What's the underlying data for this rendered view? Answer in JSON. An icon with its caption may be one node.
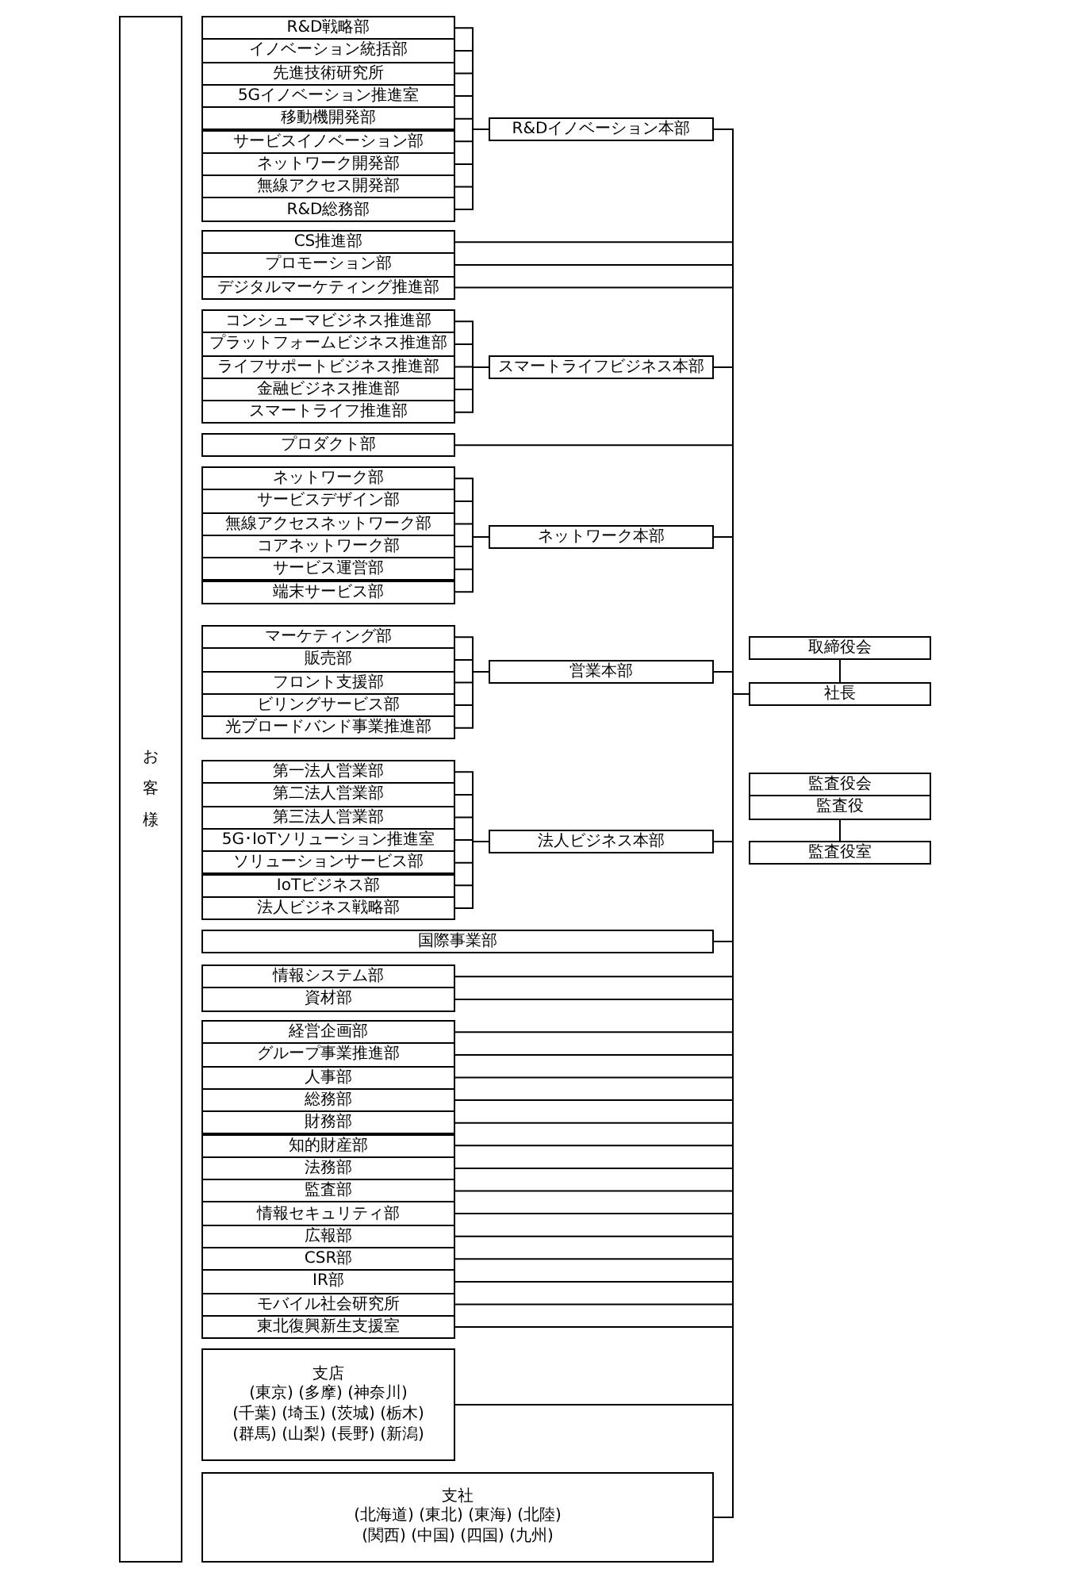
{
  "diagram": {
    "nodes": [
      {
        "text": [
          "お客様"
        ]
      },
      {
        "text": [
          "R&D戦略部"
        ]
      },
      {
        "text": [
          "イノベーション統括部"
        ]
      },
      {
        "text": [
          "先進技術研究所"
        ]
      },
      {
        "text": [
          "5Gイノベーション推進室"
        ]
      },
      {
        "text": [
          "移動機開発部"
        ]
      },
      {
        "text": [
          "サービスイノベーション部"
        ]
      },
      {
        "text": [
          "ネットワーク開発部"
        ]
      },
      {
        "text": [
          "無線アクセス開発部"
        ]
      },
      {
        "text": [
          "R&D総務部"
        ]
      },
      {
        "text": [
          "R&Dイノベーション本部"
        ]
      },
      {
        "text": [
          "CS推進部"
        ]
      },
      {
        "text": [
          "プロモーション部"
        ]
      },
      {
        "text": [
          "デジタルマーケティング推進部"
        ]
      },
      {
        "text": [
          "コンシューマビジネス推進部"
        ]
      },
      {
        "text": [
          "プラットフォームビジネス推進部"
        ]
      },
      {
        "text": [
          "ライフサポートビジネス推進部"
        ]
      },
      {
        "text": [
          "金融ビジネス推進部"
        ]
      },
      {
        "text": [
          "スマートライフ推進部"
        ]
      },
      {
        "text": [
          "スマートライフビジネス本部"
        ]
      },
      {
        "text": [
          "プロダクト部"
        ]
      },
      {
        "text": [
          "ネットワーク部"
        ]
      },
      {
        "text": [
          "サービスデザイン部"
        ]
      },
      {
        "text": [
          "無線アクセスネットワーク部"
        ]
      },
      {
        "text": [
          "コアネットワーク部"
        ]
      },
      {
        "text": [
          "サービス運営部"
        ]
      },
      {
        "text": [
          "端末サービス部"
        ]
      },
      {
        "text": [
          "ネットワーク本部"
        ]
      },
      {
        "text": [
          "マーケティング部"
        ]
      },
      {
        "text": [
          "販売部"
        ]
      },
      {
        "text": [
          "フロント支援部"
        ]
      },
      {
        "text": [
          "ビリングサービス部"
        ]
      },
      {
        "text": [
          "光ブロードバンド事業推進部"
        ]
      },
      {
        "text": [
          "営業本部"
        ]
      },
      {
        "text": [
          "第一法人営業部"
        ]
      },
      {
        "text": [
          "第二法人営業部"
        ]
      },
      {
        "text": [
          "第三法人営業部"
        ]
      },
      {
        "text": [
          "5G･IoTソリューション推進室"
        ]
      },
      {
        "text": [
          "ソリューションサービス部"
        ]
      },
      {
        "text": [
          "IoTビジネス部"
        ]
      },
      {
        "text": [
          "法人ビジネス戦略部"
        ]
      },
      {
        "text": [
          "法人ビジネス本部"
        ]
      },
      {
        "text": [
          "国際事業部"
        ]
      },
      {
        "text": [
          "情報システム部"
        ]
      },
      {
        "text": [
          "資材部"
        ]
      },
      {
        "text": [
          "経営企画部"
        ]
      },
      {
        "text": [
          "グループ事業推進部"
        ]
      },
      {
        "text": [
          "人事部"
        ]
      },
      {
        "text": [
          "総務部"
        ]
      },
      {
        "text": [
          "財務部"
        ]
      },
      {
        "text": [
          "知的財産部"
        ]
      },
      {
        "text": [
          "法務部"
        ]
      },
      {
        "text": [
          "監査部"
        ]
      },
      {
        "text": [
          "情報セキュリティ部"
        ]
      },
      {
        "text": [
          "広報部"
        ]
      },
      {
        "text": [
          "CSR部"
        ]
      },
      {
        "text": [
          "IR部"
        ]
      },
      {
        "text": [
          "モバイル社会研究所"
        ]
      },
      {
        "text": [
          "東北復興新生支援室"
        ]
      },
      {
        "text": [
          "支店",
          "(東京) (多摩) (神奈川) (千葉) (埼玉) (茨城) (栃木) (群馬) (山梨) (長野) (新潟)"
        ]
      },
      {
        "text": [
          "支社",
          "(北海道) (東北) (東海) (北陸) (関西) (中国) (四国) (九州)"
        ]
      },
      {
        "text": [
          "取締役会"
        ]
      },
      {
        "text": [
          "社長"
        ]
      },
      {
        "text": [
          "監査役会"
        ]
      },
      {
        "text": [
          "監査役"
        ]
      },
      {
        "text": [
          "監査役室"
        ]
      }
    ],
    "edges": [
      {
        "from": 1,
        "to": 10,
        "arrow": "none"
      },
      {
        "from": 2,
        "to": 10,
        "arrow": "none"
      },
      {
        "from": 3,
        "to": 10,
        "arrow": "none"
      },
      {
        "from": 4,
        "to": 10,
        "arrow": "none"
      },
      {
        "from": 5,
        "to": 10,
        "arrow": "none"
      },
      {
        "from": 6,
        "to": 10,
        "arrow": "none"
      },
      {
        "from": 7,
        "to": 10,
        "arrow": "none"
      },
      {
        "from": 8,
        "to": 10,
        "arrow": "none"
      },
      {
        "from": 9,
        "to": 10,
        "arrow": "none"
      },
      {
        "from": 10,
        "to": 62,
        "arrow": "none"
      },
      {
        "from": 11,
        "to": 62,
        "arrow": "none"
      },
      {
        "from": 12,
        "to": 62,
        "arrow": "none"
      },
      {
        "from": 13,
        "to": 62,
        "arrow": "none"
      },
      {
        "from": 14,
        "to": 19,
        "arrow": "none"
      },
      {
        "from": 15,
        "to": 19,
        "arrow": "none"
      },
      {
        "from": 16,
        "to": 19,
        "arrow": "none"
      },
      {
        "from": 17,
        "to": 19,
        "arrow": "none"
      },
      {
        "from": 18,
        "to": 19,
        "arrow": "none"
      },
      {
        "from": 19,
        "to": 62,
        "arrow": "none"
      },
      {
        "from": 20,
        "to": 62,
        "arrow": "none"
      },
      {
        "from": 21,
        "to": 27,
        "arrow": "none"
      },
      {
        "from": 22,
        "to": 27,
        "arrow": "none"
      },
      {
        "from": 23,
        "to": 27,
        "arrow": "none"
      },
      {
        "from": 24,
        "to": 27,
        "arrow": "none"
      },
      {
        "from": 25,
        "to": 27,
        "arrow": "none"
      },
      {
        "from": 26,
        "to": 27,
        "arrow": "none"
      },
      {
        "from": 27,
        "to": 62,
        "arrow": "none"
      },
      {
        "from": 28,
        "to": 33,
        "arrow": "none"
      },
      {
        "from": 29,
        "to": 33,
        "arrow": "none"
      },
      {
        "from": 30,
        "to": 33,
        "arrow": "none"
      },
      {
        "from": 31,
        "to": 33,
        "arrow": "none"
      },
      {
        "from": 32,
        "to": 33,
        "arrow": "none"
      },
      {
        "from": 33,
        "to": 62,
        "arrow": "none"
      },
      {
        "from": 34,
        "to": 41,
        "arrow": "none"
      },
      {
        "from": 35,
        "to": 41,
        "arrow": "none"
      },
      {
        "from": 36,
        "to": 41,
        "arrow": "none"
      },
      {
        "from": 37,
        "to": 41,
        "arrow": "none"
      },
      {
        "from": 38,
        "to": 41,
        "arrow": "none"
      },
      {
        "from": 39,
        "to": 41,
        "arrow": "none"
      },
      {
        "from": 40,
        "to": 41,
        "arrow": "none"
      },
      {
        "from": 41,
        "to": 62,
        "arrow": "none"
      },
      {
        "from": 42,
        "to": 62,
        "arrow": "none"
      },
      {
        "from": 43,
        "to": 62,
        "arrow": "none"
      },
      {
        "from": 44,
        "to": 62,
        "arrow": "none"
      },
      {
        "from": 45,
        "to": 62,
        "arrow": "none"
      },
      {
        "from": 46,
        "to": 62,
        "arrow": "none"
      },
      {
        "from": 47,
        "to": 62,
        "arrow": "none"
      },
      {
        "from": 48,
        "to": 62,
        "arrow": "none"
      },
      {
        "from": 49,
        "to": 62,
        "arrow": "none"
      },
      {
        "from": 50,
        "to": 62,
        "arrow": "none"
      },
      {
        "from": 51,
        "to": 62,
        "arrow": "none"
      },
      {
        "from": 52,
        "to": 62,
        "arrow": "none"
      },
      {
        "from": 53,
        "to": 62,
        "arrow": "none"
      },
      {
        "from": 54,
        "to": 62,
        "arrow": "none"
      },
      {
        "from": 55,
        "to": 62,
        "arrow": "none"
      },
      {
        "from": 56,
        "to": 62,
        "arrow": "none"
      },
      {
        "from": 57,
        "to": 62,
        "arrow": "none"
      },
      {
        "from": 58,
        "to": 62,
        "arrow": "none"
      },
      {
        "from": 59,
        "to": 62,
        "arrow": "none"
      },
      {
        "from": 60,
        "to": 62,
        "arrow": "none"
      },
      {
        "from": 61,
        "to": 62,
        "arrow": "none"
      },
      {
        "from": 64,
        "to": 65,
        "arrow": "none"
      }
    ]
  }
}
